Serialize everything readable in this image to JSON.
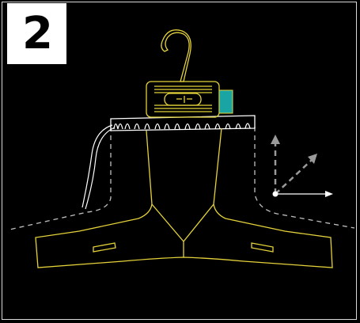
{
  "step": {
    "number": "2"
  },
  "icons": [
    "shirt-body-outline",
    "collar-outline",
    "wire-hanger-icon",
    "clip-device-icon",
    "teal-indicator-icon",
    "usb-cable-icon",
    "axis-arrows-icon"
  ],
  "colors": {
    "background": "#000000",
    "frame": "#d9d9d9",
    "badge": "#ffffff",
    "garment_outline": "#e4d23a",
    "dashed_outline": "#bfbfbf",
    "cable": "#ffffff",
    "indicator": "#1aa5a5",
    "axis_arrow": "#9a9a9a"
  }
}
